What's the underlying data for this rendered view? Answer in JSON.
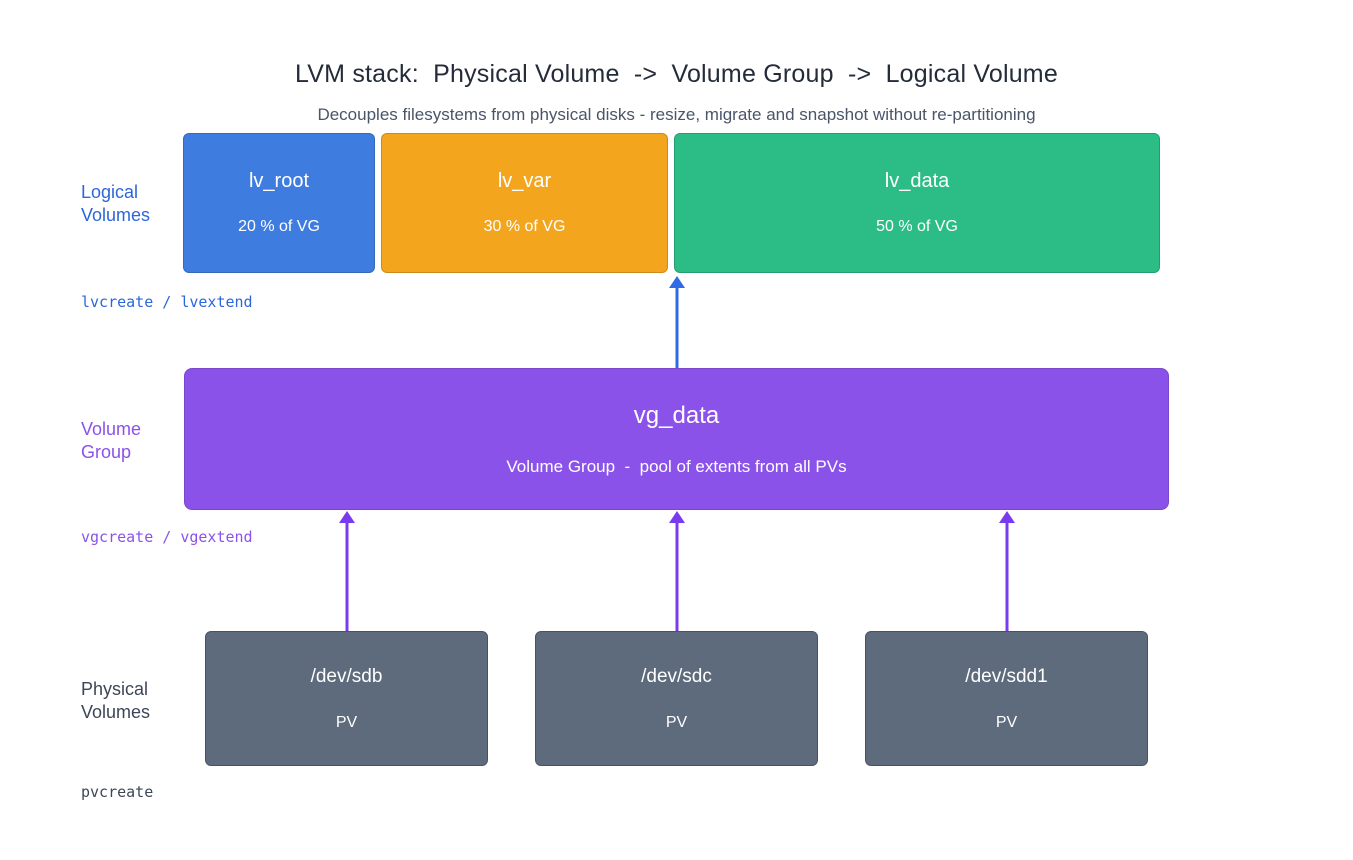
{
  "title": "LVM stack:  Physical Volume  ->  Volume Group  ->  Logical Volume",
  "subtitle": "Decouples filesystems from physical disks - resize, migrate and snapshot without re-partitioning",
  "colors": {
    "title_text": "#242c3a",
    "subtitle_text": "#4a5568",
    "label_blue": "#2d66d9",
    "label_purple": "#8b52ea",
    "label_slate": "#3c4656",
    "arrow_blue": "#2e6be4",
    "arrow_purple": "#7a3bef",
    "vg_fill": "#8b52ea",
    "pv_fill": "#5d6b7d"
  },
  "logical_volumes": {
    "row_label": "Logical\nVolumes",
    "command_label": "lvcreate / lvextend",
    "items": [
      {
        "name": "lv_root",
        "share": "20 % of VG",
        "color": "#3e7ce0",
        "width_pct": 20
      },
      {
        "name": "lv_var",
        "share": "30 % of VG",
        "color": "#f3a61d",
        "width_pct": 30
      },
      {
        "name": "lv_data",
        "share": "50 % of VG",
        "color": "#2cbd87",
        "width_pct": 50
      }
    ]
  },
  "volume_group": {
    "row_label": "Volume\nGroup",
    "command_label": "vgcreate / vgextend",
    "name": "vg_data",
    "description": "Volume Group  -  pool of extents from all PVs"
  },
  "physical_volumes": {
    "row_label": "Physical\nVolumes",
    "command_label": "pvcreate",
    "items": [
      {
        "name": "/dev/sdb",
        "type": "PV"
      },
      {
        "name": "/dev/sdc",
        "type": "PV"
      },
      {
        "name": "/dev/sdd1",
        "type": "PV"
      }
    ]
  }
}
